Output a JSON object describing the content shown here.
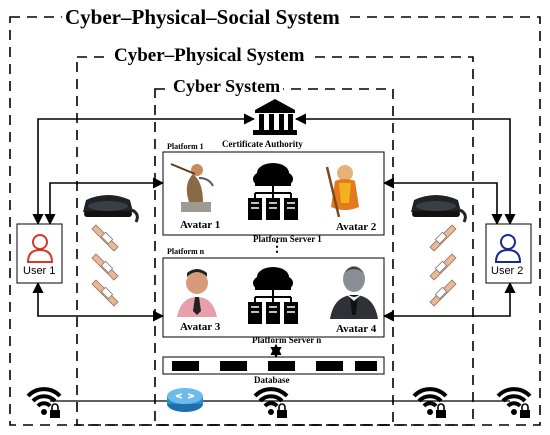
{
  "titles": {
    "cyber_physical_social": "Cyber–Physical–Social System",
    "cyber_physical": "Cyber–Physical System",
    "cyber": "Cyber System"
  },
  "nodes": {
    "certificate_authority": "Certificate Authority",
    "platform_1": "Platform 1",
    "platform_n": "Platform n",
    "platform_server_1": "Platform Server 1",
    "platform_server_n": "Platform Server n",
    "database": "Database",
    "vertical_ellipsis": "⋮"
  },
  "avatars": {
    "avatar_1": "Avatar 1",
    "avatar_2": "Avatar 2",
    "avatar_3": "Avatar 3",
    "avatar_4": "Avatar 4"
  },
  "users": {
    "user_1": "User 1",
    "user_2": "User 2"
  },
  "colors": {
    "user_1": "#d33a2c",
    "user_2": "#1a2a8a",
    "router": "#2a8fd0"
  }
}
